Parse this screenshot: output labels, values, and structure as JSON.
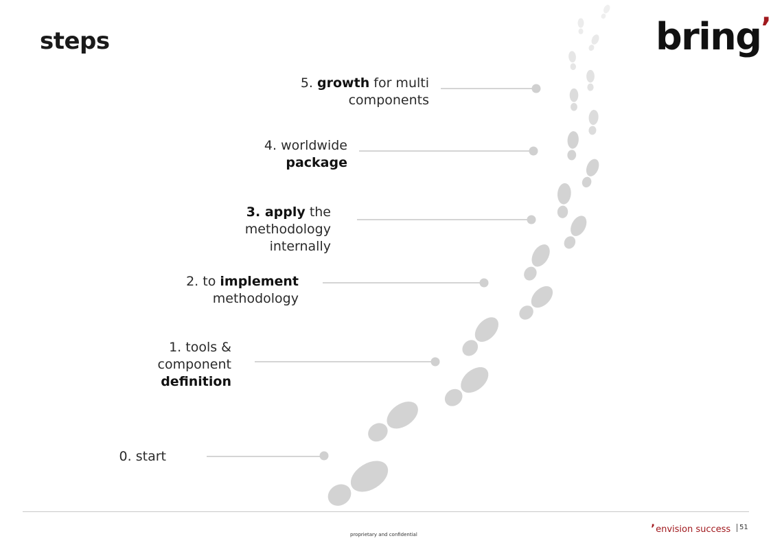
{
  "slide": {
    "title": "steps",
    "logo_text": "bring",
    "logo_comma": "’"
  },
  "steps": [
    {
      "number": "5.",
      "bold": "growth",
      "rest": "for multi",
      "line2": "components"
    },
    {
      "number": "4.",
      "rest": "worldwide",
      "line2_bold": "package"
    },
    {
      "bold_prefix": "3. apply",
      "rest": "the",
      "line2": "methodology",
      "line3": "internally"
    },
    {
      "number": "2. to",
      "bold": "implement",
      "line2": "methodology"
    },
    {
      "number": "1.",
      "rest": "tools &",
      "line2": "component",
      "line3_bold": "definition"
    },
    {
      "number": "0.",
      "rest": "start"
    }
  ],
  "footer": {
    "confidential": "proprietary and confidential",
    "brand_mark": "’",
    "brand_text": "envision success",
    "page": "51"
  },
  "colors": {
    "accent": "#a1191e",
    "connector": "#d4d4d4",
    "footprint": "#d0d0d0"
  }
}
